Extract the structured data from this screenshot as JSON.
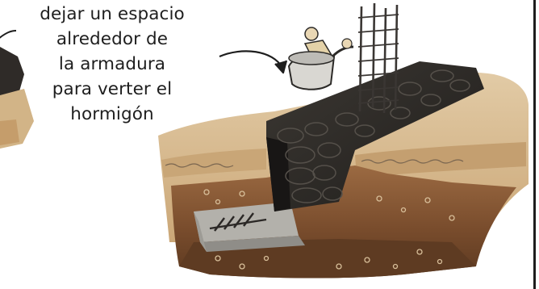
{
  "caption": {
    "lines": [
      "dejar un espacio",
      "alrededor de",
      "la armadura",
      "para verter el",
      "hormigón"
    ]
  },
  "colors": {
    "soil_light": "#dbc29a",
    "soil_mid": "#c79f6c",
    "soil_dark": "#6e4428",
    "stone_black": "#2d2a27",
    "concrete_grey": "#a8a7a2",
    "rebar": "#3a3633",
    "text": "#1e1e1e"
  }
}
